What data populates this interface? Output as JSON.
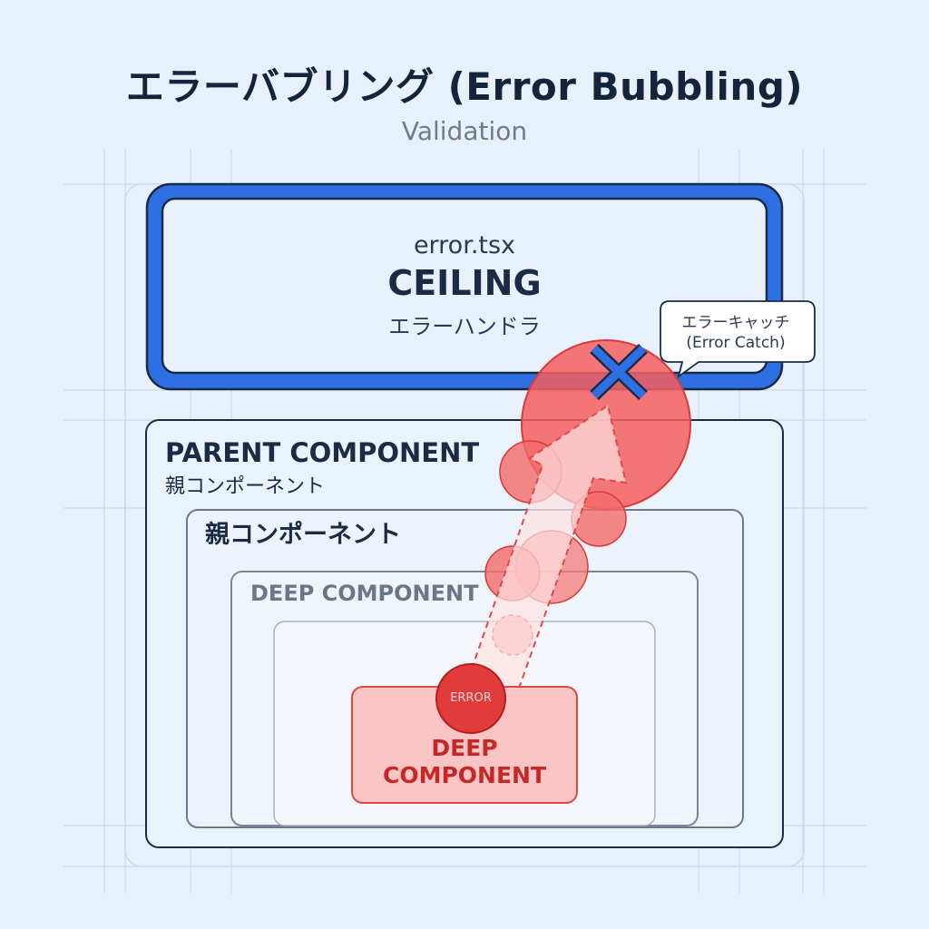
{
  "title": "エラーバブリング (Error Bubbling)",
  "subtitle": "Validation",
  "ceiling": {
    "file": "error.tsx",
    "label": "CEILING",
    "sublabel": "エラーハンドラ"
  },
  "catch_bubble": {
    "line1": "エラーキャッチ",
    "line2": "(Error Catch)"
  },
  "parent": {
    "label_en": "PARENT COMPONENT",
    "label_ja": "親コンポーネント"
  },
  "inner": {
    "label_ja": "親コンポーネント"
  },
  "deep": {
    "label_en": "DEEP COMPONENT"
  },
  "error_box": {
    "badge": "ERROR",
    "line1": "DEEP",
    "line2": "COMPONENT"
  },
  "colors": {
    "background": "#e8f1fb",
    "ceiling_border": "#2f6fe4",
    "error_red": "#ef4444",
    "error_fill": "#fbc5c5",
    "panel_border": "#1b2b45"
  }
}
